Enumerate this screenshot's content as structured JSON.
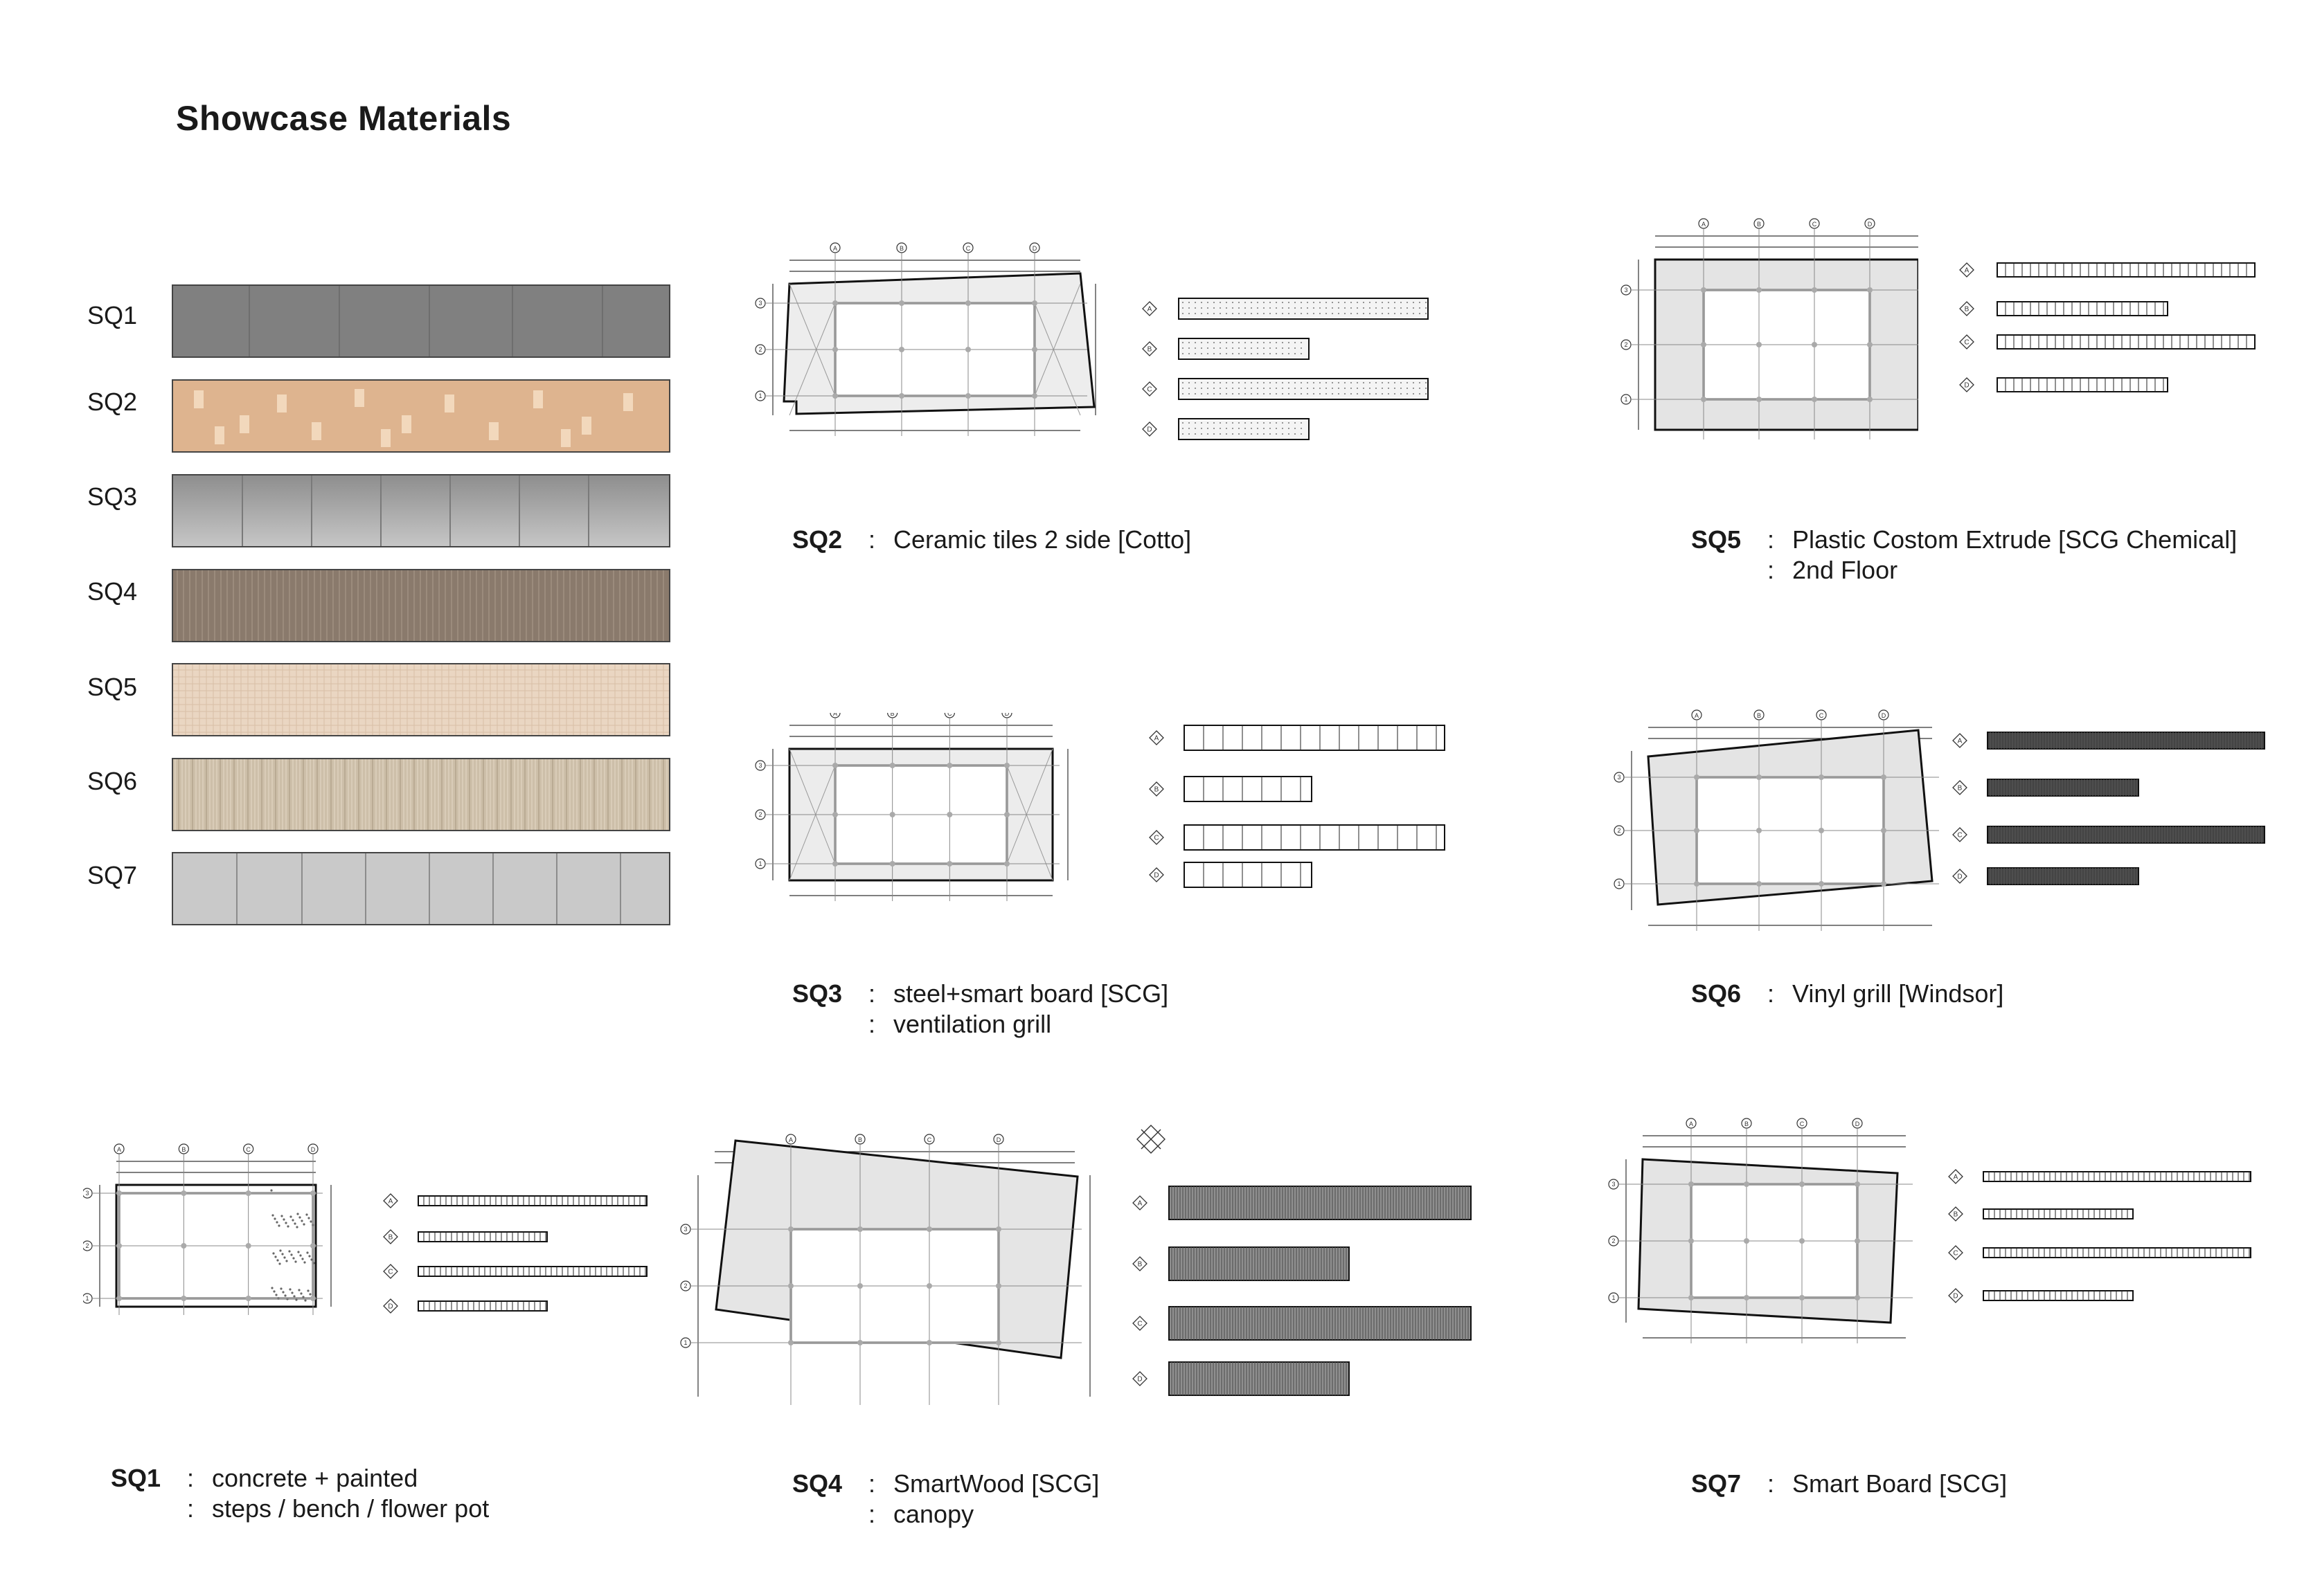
{
  "title": "Showcase Materials",
  "swatches": [
    {
      "code": "SQ1",
      "color": "#808080"
    },
    {
      "code": "SQ2",
      "color": "#deb48f"
    },
    {
      "code": "SQ3",
      "color": "#aeaeae"
    },
    {
      "code": "SQ4",
      "color": "#8a7a6c"
    },
    {
      "code": "SQ5",
      "color": "#ead6c2"
    },
    {
      "code": "SQ6",
      "color": "#cdbfa9"
    },
    {
      "code": "SQ7",
      "color": "#c9c9c9"
    }
  ],
  "captions": {
    "sq1": {
      "code": "SQ1",
      "line1": "concrete + painted",
      "line2": "steps / bench / flower pot"
    },
    "sq2": {
      "code": "SQ2",
      "line1": "Ceramic tiles 2 side [Cotto]"
    },
    "sq3": {
      "code": "SQ3",
      "line1": "steel+smart board [SCG]",
      "line2": "ventilation grill"
    },
    "sq4": {
      "code": "SQ4",
      "line1": "SmartWood [SCG]",
      "line2": "canopy"
    },
    "sq5": {
      "code": "SQ5",
      "line1": "Plastic Costom Extrude [SCG Chemical]",
      "line2": "2nd Floor"
    },
    "sq6": {
      "code": "SQ6",
      "line1": "Vinyl grill [Windsor]"
    },
    "sq7": {
      "code": "SQ7",
      "line1": "Smart Board [SCG]"
    }
  },
  "colon": ":",
  "grid_axes": {
    "cols": [
      "A",
      "B",
      "C",
      "D"
    ],
    "rows": [
      "3",
      "2",
      "1"
    ]
  },
  "bar_keys": [
    "A",
    "B",
    "C",
    "D"
  ]
}
